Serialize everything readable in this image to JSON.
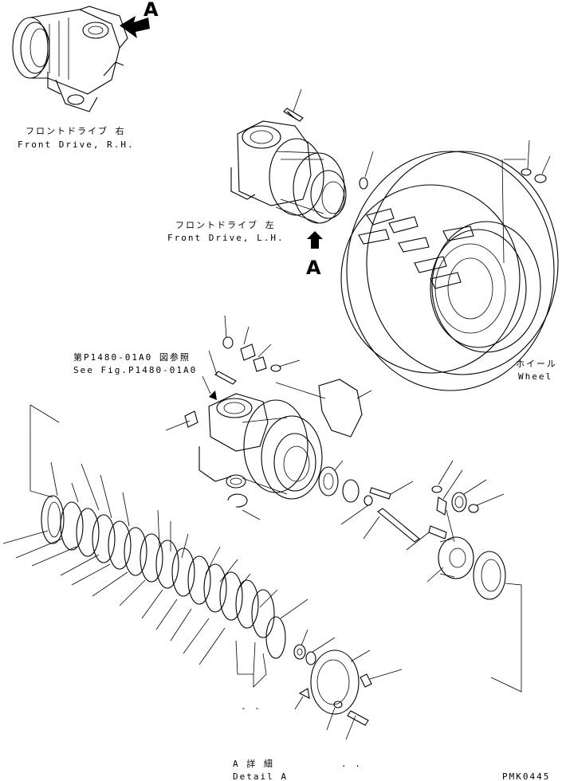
{
  "labels": {
    "front_drive_rh_jp": "フロントドライブ 右",
    "front_drive_rh_en": "Front Drive, R.H.",
    "front_drive_lh_jp": "フロントドライブ 左",
    "front_drive_lh_en": "Front Drive, L.H.",
    "view_a_top": "A",
    "view_a_mid": "A",
    "see_fig_jp": "第P1480-01A0 図参照",
    "see_fig_en": "See Fig.P1480-01A0",
    "wheel_jp": "ホイール",
    "wheel_en": "Wheel",
    "detail_a_jp": "A 詳 細",
    "detail_a_en": "Detail A",
    "dash_mark": "- -",
    "dot_mark": ". .",
    "drawing_code": "PMK0445"
  }
}
